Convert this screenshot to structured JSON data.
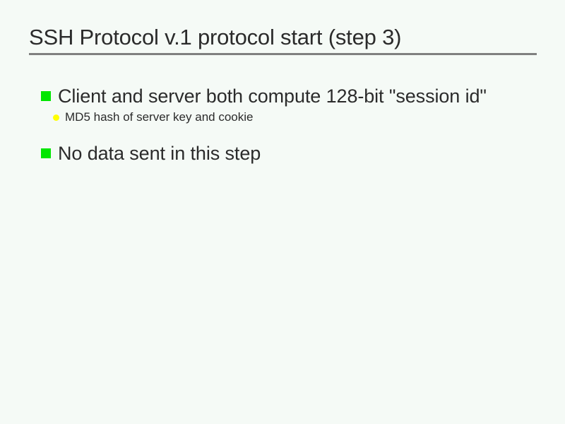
{
  "slide": {
    "title": "SSH Protocol v.1 protocol start (step 3)",
    "background_color": "#f5faf6",
    "title_color": "#2b2b2b",
    "rule_color": "#7f807f",
    "level1_marker_color": "#00e600",
    "level2_marker_color": "#ffff00",
    "bullets": [
      {
        "level": 1,
        "marker": "green-square-bullet",
        "text": "Client and server both compute 128-bit \"session id\"",
        "children": [
          {
            "level": 2,
            "marker": "yellow-dot-bullet",
            "text": "MD5 hash of server key and cookie"
          }
        ]
      },
      {
        "level": 1,
        "marker": "green-square-bullet",
        "text": "No data sent in this step",
        "children": []
      }
    ]
  }
}
